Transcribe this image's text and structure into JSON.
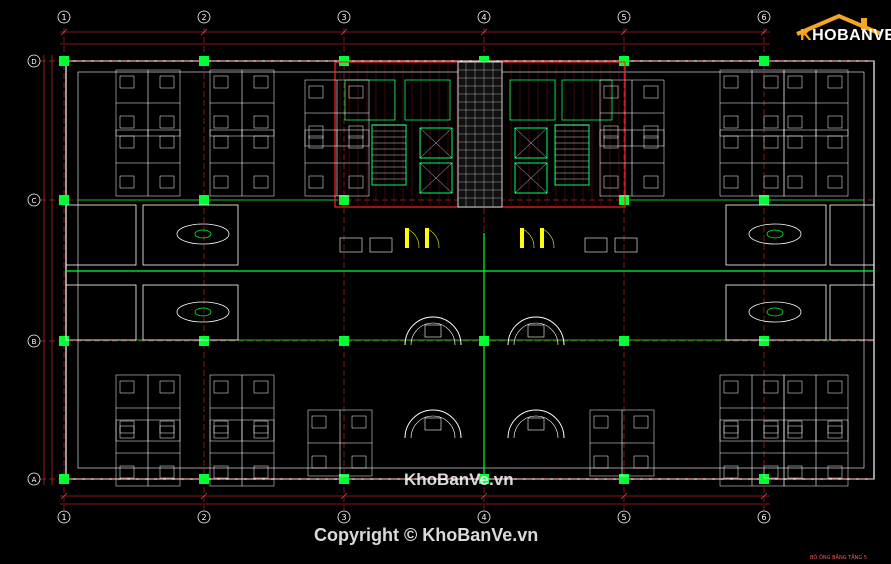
{
  "drawing": {
    "column_labels": [
      "1",
      "2",
      "3",
      "4",
      "5",
      "6"
    ],
    "row_labels": [
      "D",
      "C",
      "B",
      "A"
    ],
    "colors": {
      "background": "#000000",
      "grid_line": "#ff3333",
      "wall": "#ffffff",
      "column": "#00ff33",
      "corridor": "#00ff33",
      "core": "#ff2222",
      "door": "#ffff00",
      "stair": "#00ff66"
    }
  },
  "watermark": {
    "logo_k": "K",
    "logo_rest": "HOBANVE",
    "center_text": "KhoBanVe.vn",
    "copyright_text": "Copyright © KhoBanVe.vn"
  },
  "title_block": {
    "caption": "BỐ ỐNG BẰNG TẦNG 5"
  }
}
